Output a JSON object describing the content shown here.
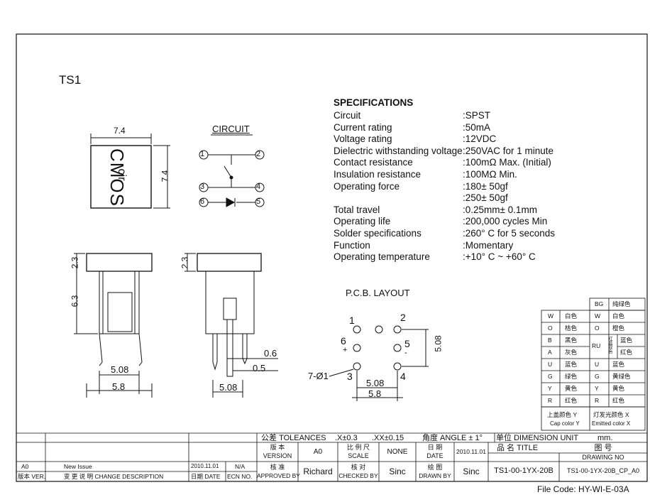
{
  "part_label": "TS1",
  "cap_text_top": "cir",
  "cap_text_main": "CMOS",
  "dims": {
    "top_w": "7.4",
    "top_h": "7.4",
    "side_h1": "2.3",
    "side_h2": "6.3",
    "side_w1": "5.08",
    "side_w2": "5.8",
    "front_h1": "2.3",
    "front_w": "5.08",
    "lead_1": "0.6",
    "lead_2": "0.5"
  },
  "circuit": {
    "title": "CIRCUIT",
    "pins": [
      "1",
      "2",
      "3",
      "4",
      "6",
      "5"
    ]
  },
  "specifications": {
    "title": "SPECIFICATIONS",
    "rows": [
      {
        "label": "Circuit",
        "value": ":SPST"
      },
      {
        "label": "Current rating",
        "value": ":50mA"
      },
      {
        "label": "Voltage rating",
        "value": ":12VDC"
      },
      {
        "label": "Dielectric withstanding voltage",
        "value": ":250VAC for 1 minute"
      },
      {
        "label": "Contact resistance",
        "value": ":100mΩ  Max. (Initial)"
      },
      {
        "label": "Insulation resistance",
        "value": ":100MΩ  Min."
      },
      {
        "label": "Operating force",
        "value": ":180± 50gf"
      },
      {
        "label": "",
        "value": ":250± 50gf"
      },
      {
        "label": "Total travel",
        "value": ":0.25mm± 0.1mm"
      },
      {
        "label": "Operating life",
        "value": ":200,000 cycles Min"
      },
      {
        "label": "Solder specifications",
        "value": ":260°  C for 5 seconds"
      },
      {
        "label": "Function",
        "value": ":Momentary"
      },
      {
        "label": "Operating temperature",
        "value": ":+10°  C ~ +60°  C"
      }
    ]
  },
  "pcb": {
    "title": "P.C.B. LAYOUT",
    "pin_labels": [
      "1",
      "2",
      "6",
      "5",
      "3",
      "4"
    ],
    "plus": "+",
    "minus": "-",
    "hole": "7-Ø1",
    "dim_h": "5.08",
    "dim_w1": "5.08",
    "dim_w2": "5.8"
  },
  "color_table": {
    "header_right_code": "BG",
    "header_right_name": "纯绿色",
    "rows": [
      {
        "code": "W",
        "name": "白色",
        "code2": "W",
        "name2": "白色"
      },
      {
        "code": "O",
        "name": "桔色",
        "code2": "O",
        "name2": "橙色"
      },
      {
        "code": "B",
        "name": "黑色",
        "code2": "RU",
        "name2": "蓝色"
      },
      {
        "code": "A",
        "name": "灰色",
        "code2": "",
        "name2": "红色"
      },
      {
        "code": "U",
        "name": "蓝色",
        "code2": "U",
        "name2": "蓝色"
      },
      {
        "code": "G",
        "name": "绿色",
        "code2": "G",
        "name2": "黄绿色"
      },
      {
        "code": "Y",
        "name": "黄色",
        "code2": "Y",
        "name2": "黄色"
      },
      {
        "code": "R",
        "name": "红色",
        "code2": "R",
        "name2": "红色"
      }
    ],
    "rgb_note": "红蓝双色",
    "footer_left_1": "上盖颜色 Y",
    "footer_left_2": "Cap color Y",
    "footer_right_1": "灯发光颜色 X",
    "footer_right_2": "Emitted color X"
  },
  "title_block": {
    "tolerance_cn": "公差",
    "tolerance_en": "TOLEANCES",
    "tol_x": ".X±0.3",
    "tol_xx": ".XX±0.15",
    "angle": "角度 ANGLE ± 1°",
    "unit_cn": "单位",
    "unit_en": "DIMENSION UNIT",
    "unit_val": "mm.",
    "version_cn": "版 本",
    "version_en": "VERSION",
    "version_val": "A0",
    "scale_cn": "比 例 尺",
    "scale_en": "SCALE",
    "scale_val": "NONE",
    "date_cn": "日 期",
    "date_en": "DATE",
    "date_val": "2010.11.01",
    "title_cn": "品 名",
    "title_en": "TITLE",
    "drawing_cn": "图 号",
    "drawing_en": "DRAWING NO",
    "approved_cn": "核 准",
    "approved_en": "APPROVED BY",
    "approved_val": "Richard",
    "checked_cn": "核 对",
    "checked_en": "CHECKED BY",
    "checked_val": "Sinc",
    "drawn_cn": "绘 图",
    "drawn_en": "DRAWN BY",
    "drawn_val": "Sinc",
    "title_val": "TS1-00-1YX-20B",
    "drawing_val": "TS1-00-1YX-20B_CP_A0",
    "rev_ver": "A0",
    "rev_desc": "New Issue",
    "rev_date": "2010.11.01",
    "rev_ecn": "N/A",
    "hdr_ver": "版本 VER.",
    "hdr_desc": "变 更 说 明  CHANGE DESCRIPTION",
    "hdr_date": "日期 DATE",
    "hdr_ecn": "ECN NO."
  },
  "file_code": "File Code: HY-WI-E-03A"
}
